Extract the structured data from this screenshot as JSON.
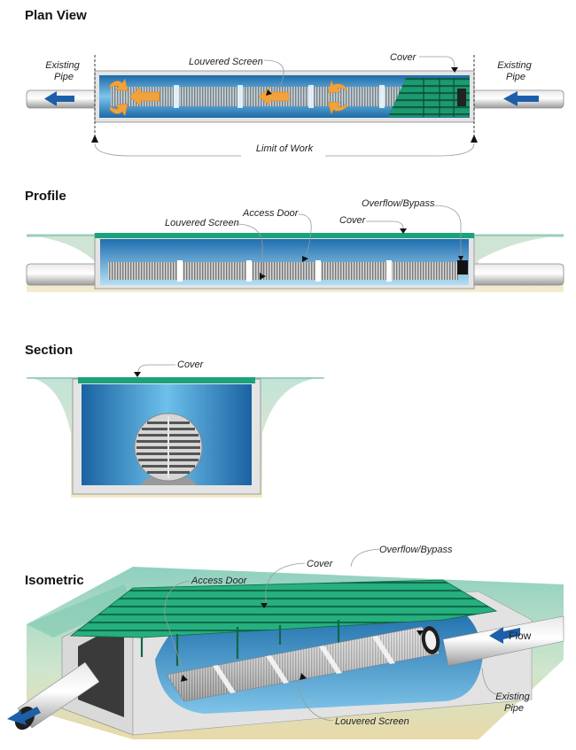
{
  "plan_view": {
    "heading": "Plan View",
    "labels": {
      "existing_pipe_left": [
        "Existing",
        "Pipe"
      ],
      "existing_pipe_right": [
        "Existing",
        "Pipe"
      ],
      "louvered_screen": "Louvered Screen",
      "cover": "Cover",
      "limit_of_work": "Limit of Work"
    }
  },
  "profile": {
    "heading": "Profile",
    "labels": {
      "overflow_bypass": "Overflow/Bypass",
      "access_door": "Access Door",
      "louvered_screen": "Louvered Screen",
      "cover": "Cover"
    }
  },
  "section": {
    "heading": "Section",
    "labels": {
      "cover": "Cover"
    }
  },
  "isometric": {
    "heading": "Isometric",
    "labels": {
      "overflow_bypass": "Overflow/Bypass",
      "cover": "Cover",
      "access_door": "Access Door",
      "flow": "Flow",
      "existing_pipe": [
        "Existing",
        "Pipe"
      ],
      "louvered_screen": "Louvered Screen"
    }
  },
  "colors": {
    "water_dark": "#1a6aa8",
    "water_light": "#a8d8f0",
    "cover_green": "#1aa37a",
    "flow_arrow": "#1d5fa8",
    "orange_arrow": "#f2a23a",
    "ground": "#b7ddd0"
  }
}
